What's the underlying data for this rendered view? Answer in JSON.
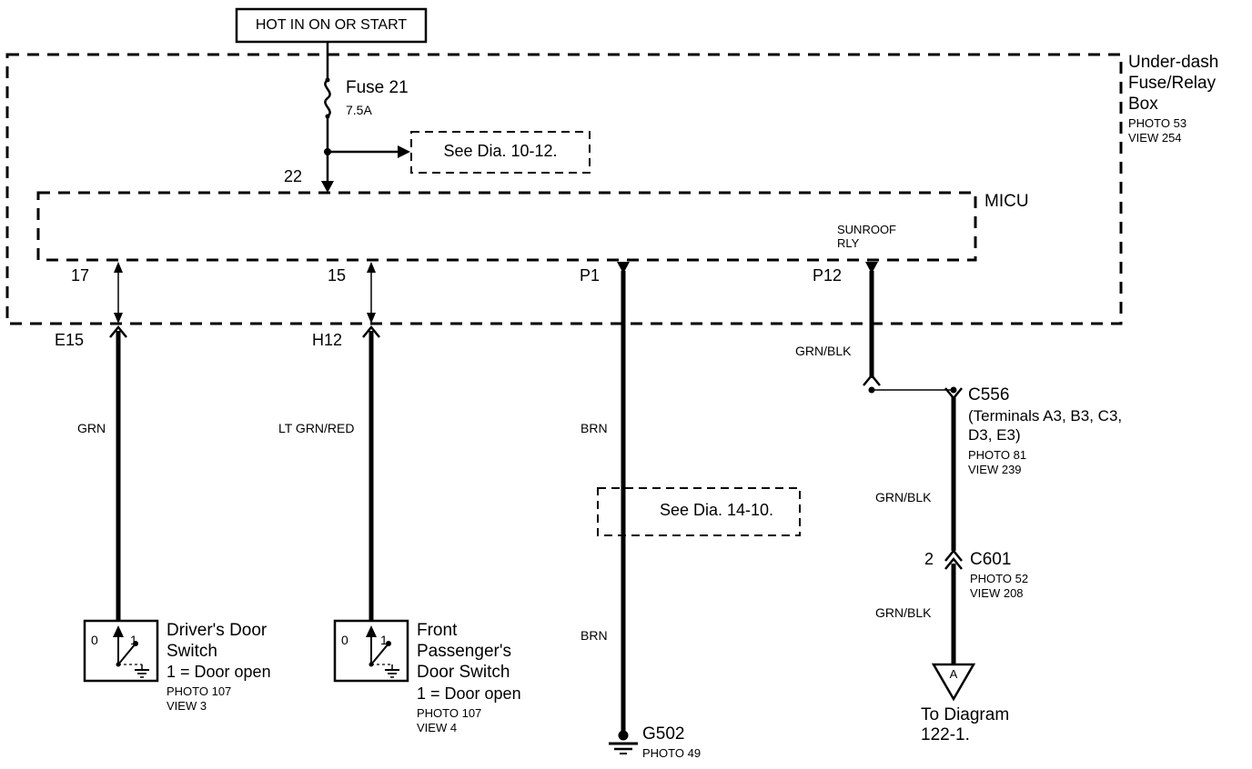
{
  "header": {
    "power_source": "HOT IN ON OR START"
  },
  "fuse": {
    "name": "Fuse 21",
    "rating": "7.5A"
  },
  "refs": {
    "top": "See Dia. 10-12.",
    "mid": "See Dia. 14-10."
  },
  "fuse_box": {
    "name1": "Under-dash",
    "name2": "Fuse/Relay",
    "name3": "Box",
    "photo": "PHOTO 53",
    "view": "VIEW 254"
  },
  "micu": {
    "label": "MICU",
    "relay1": "SUNROOF",
    "relay2": "RLY",
    "pin22": "22",
    "pin17": "17",
    "pin15": "15",
    "pinP1": "P1",
    "pinP12": "P12"
  },
  "connectors": {
    "e15": "E15",
    "h12": "H12",
    "c556": {
      "name": "C556",
      "terms1": "(Terminals A3, B3, C3,",
      "terms2": "D3, E3)",
      "photo": "PHOTO 81",
      "view": "VIEW 239"
    },
    "c601": {
      "pin": "2",
      "name": "C601",
      "photo": "PHOTO 52",
      "view": "VIEW 208"
    }
  },
  "wires": {
    "grn": "GRN",
    "lt_grn_red": "LT GRN/RED",
    "brn1": "BRN",
    "brn2": "BRN",
    "grn_blk1": "GRN/BLK",
    "grn_blk2": "GRN/BLK",
    "grn_blk3": "GRN/BLK"
  },
  "grounds": {
    "g502_name": "G502",
    "g502_photo": "PHOTO 49"
  },
  "driver_switch": {
    "name1": "Driver's Door",
    "name2": "Switch",
    "state": "1 = Door open",
    "photo": "PHOTO 107",
    "view": "VIEW 3",
    "pos0": "0",
    "pos1": "1"
  },
  "passenger_switch": {
    "name1": "Front",
    "name2": "Passenger's",
    "name3": "Door Switch",
    "state": "1 = Door open",
    "photo": "PHOTO 107",
    "view": "VIEW 4",
    "pos0": "0",
    "pos1": "1"
  },
  "destination": {
    "line1": "To Diagram",
    "line2": "122-1.",
    "mark": "A"
  }
}
